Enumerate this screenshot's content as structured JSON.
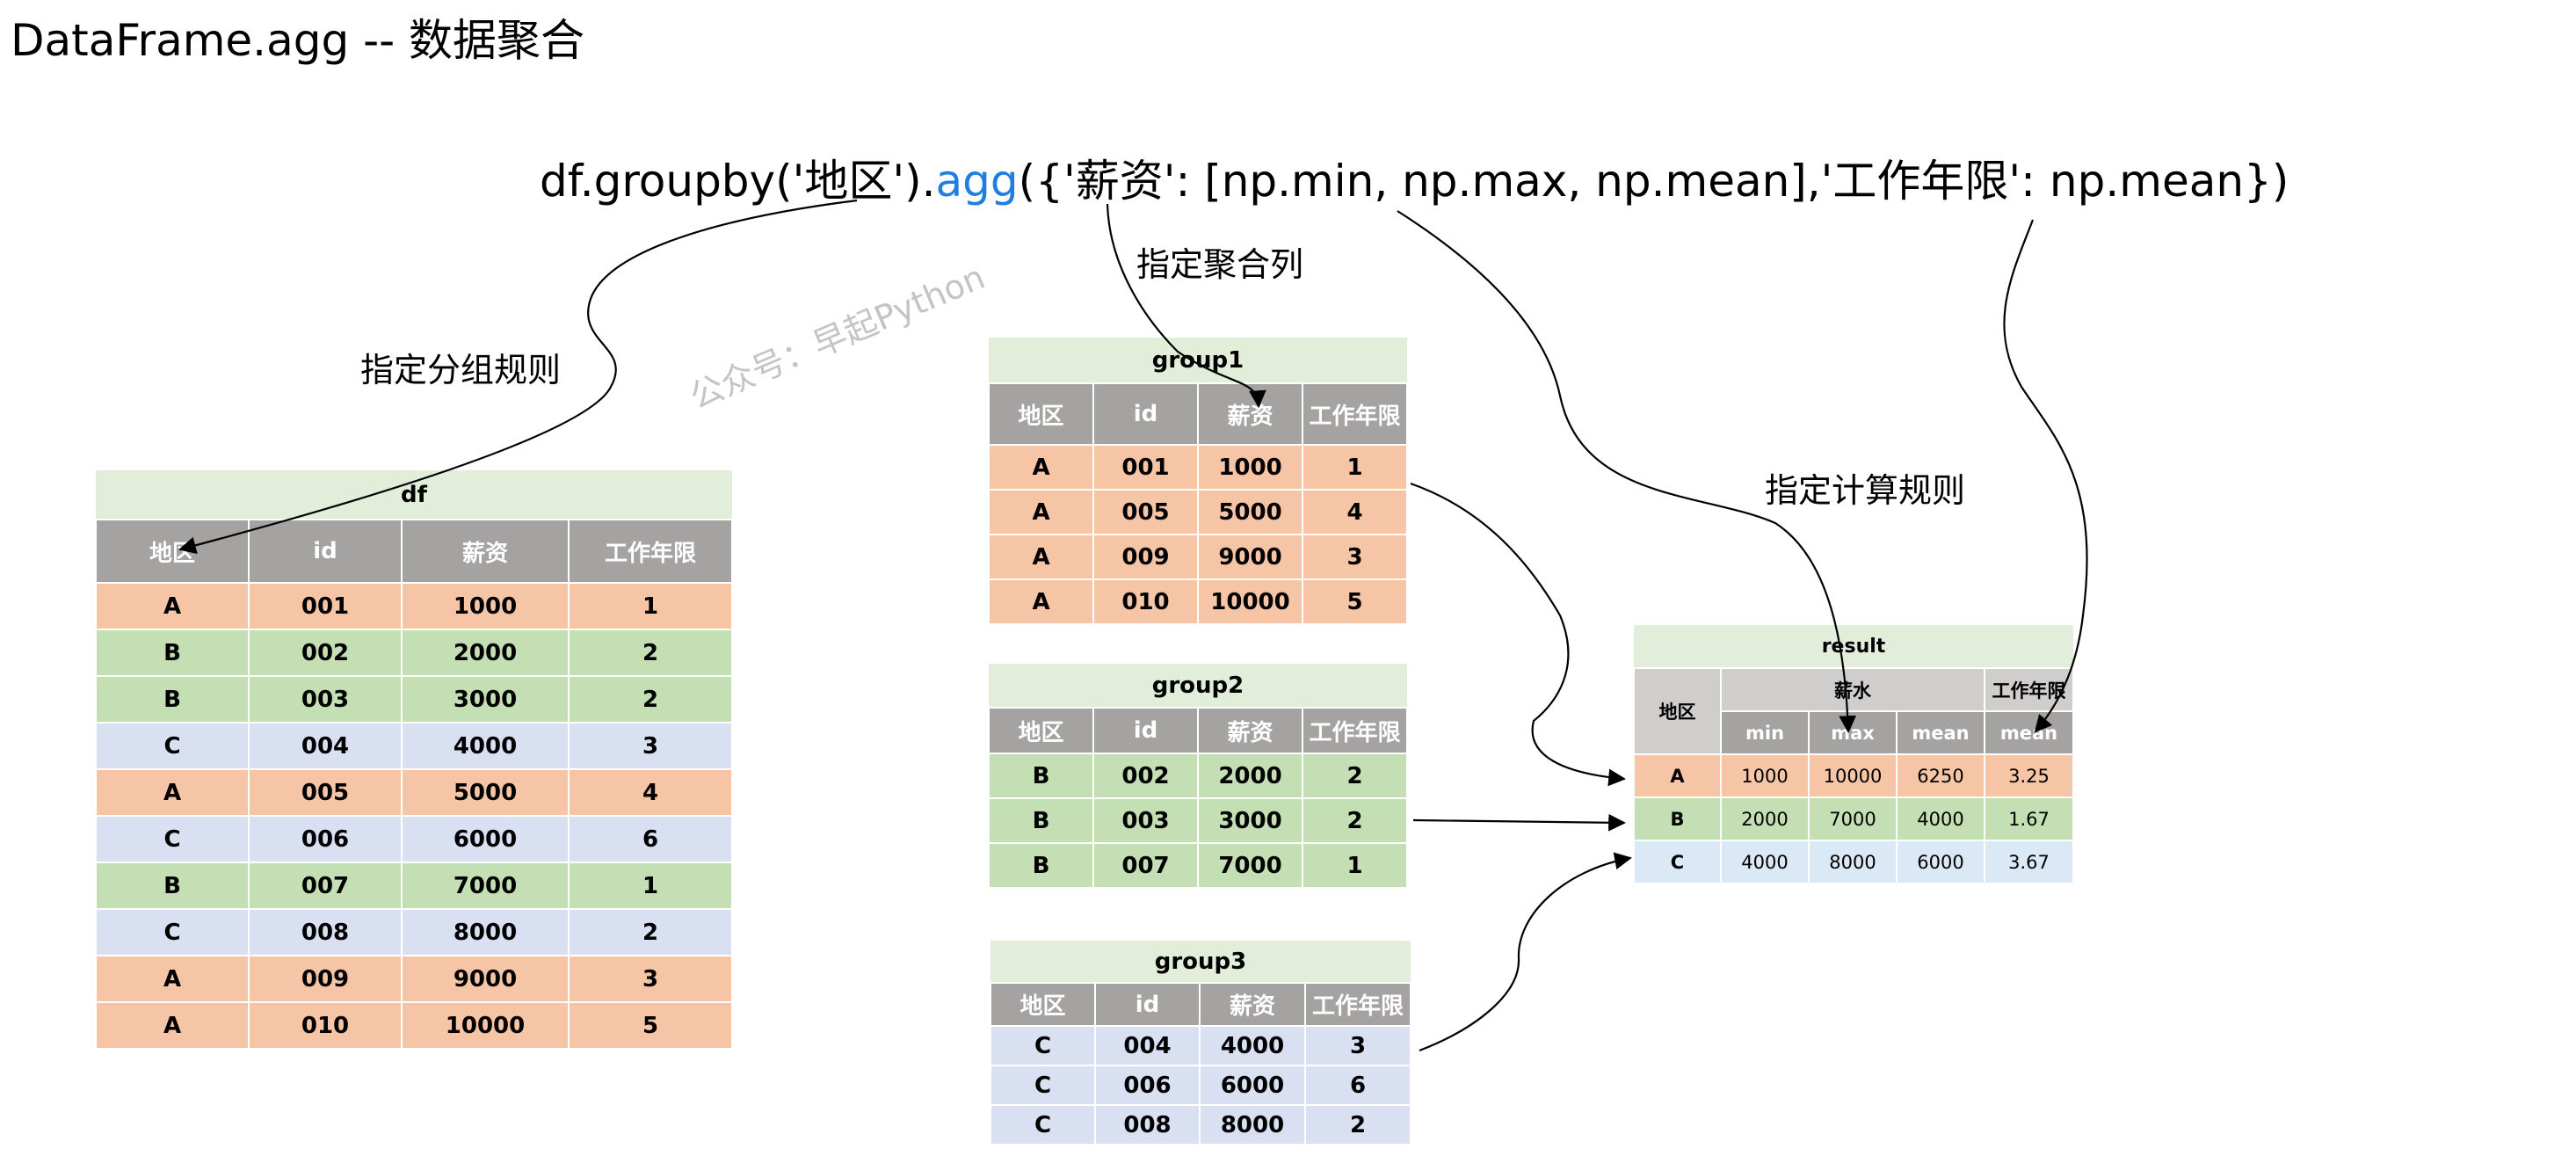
{
  "title": "DataFrame.agg -- 数据聚合",
  "code": {
    "prefix": "df.groupby('地区').",
    "method": "agg",
    "suffix": "({'薪资': [np.min, np.max, np.mean],'工作年限': np.mean})"
  },
  "annotations": {
    "group_rule": "指定分组规则",
    "agg_column": "指定聚合列",
    "calc_rule": "指定计算规则"
  },
  "watermark": "公众号：早起Python",
  "colors": {
    "agg_method": "#1f7fe0",
    "header": "#a5a2a2",
    "caption": "#e2eed9",
    "group_a": "#f6c5a6",
    "group_b": "#c4dfb3",
    "group_c": "#d9e0f1"
  },
  "df": {
    "caption": "df",
    "headers": [
      "地区",
      "id",
      "薪资",
      "工作年限"
    ],
    "rows": [
      [
        "A",
        "001",
        "1000",
        "1"
      ],
      [
        "B",
        "002",
        "2000",
        "2"
      ],
      [
        "B",
        "003",
        "3000",
        "2"
      ],
      [
        "C",
        "004",
        "4000",
        "3"
      ],
      [
        "A",
        "005",
        "5000",
        "4"
      ],
      [
        "C",
        "006",
        "6000",
        "6"
      ],
      [
        "B",
        "007",
        "7000",
        "1"
      ],
      [
        "C",
        "008",
        "8000",
        "2"
      ],
      [
        "A",
        "009",
        "9000",
        "3"
      ],
      [
        "A",
        "010",
        "10000",
        "5"
      ]
    ]
  },
  "group1": {
    "caption": "group1",
    "headers": [
      "地区",
      "id",
      "薪资",
      "工作年限"
    ],
    "rows": [
      [
        "A",
        "001",
        "1000",
        "1"
      ],
      [
        "A",
        "005",
        "5000",
        "4"
      ],
      [
        "A",
        "009",
        "9000",
        "3"
      ],
      [
        "A",
        "010",
        "10000",
        "5"
      ]
    ]
  },
  "group2": {
    "caption": "group2",
    "headers": [
      "地区",
      "id",
      "薪资",
      "工作年限"
    ],
    "rows": [
      [
        "B",
        "002",
        "2000",
        "2"
      ],
      [
        "B",
        "003",
        "3000",
        "2"
      ],
      [
        "B",
        "007",
        "7000",
        "1"
      ]
    ]
  },
  "group3": {
    "caption": "group3",
    "headers": [
      "地区",
      "id",
      "薪资",
      "工作年限"
    ],
    "rows": [
      [
        "C",
        "004",
        "4000",
        "3"
      ],
      [
        "C",
        "006",
        "6000",
        "6"
      ],
      [
        "C",
        "008",
        "8000",
        "2"
      ]
    ]
  },
  "result": {
    "caption": "result",
    "region_header": "地区",
    "salary_header": "薪水",
    "years_header": "工作年限",
    "sub_headers": [
      "min",
      "max",
      "mean",
      "mean"
    ],
    "rows": [
      [
        "A",
        "1000",
        "10000",
        "6250",
        "3.25"
      ],
      [
        "B",
        "2000",
        "7000",
        "4000",
        "1.67"
      ],
      [
        "C",
        "4000",
        "8000",
        "6000",
        "3.67"
      ]
    ]
  }
}
